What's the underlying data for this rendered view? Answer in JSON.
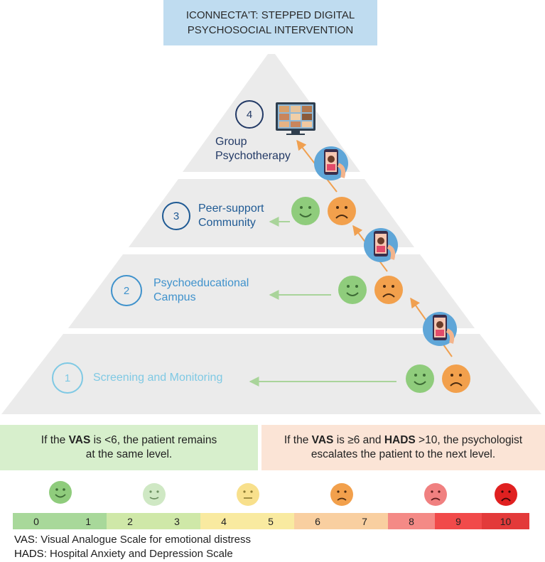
{
  "title": {
    "line1": "ICONNECTA'T: STEPPED DIGITAL",
    "line2": "PSYCHOSOCIAL INTERVENTION"
  },
  "levels": [
    {
      "number": "1",
      "label_line1": "Screening and Monitoring",
      "label_line2": "",
      "color": "#7fc9e4"
    },
    {
      "number": "2",
      "label_line1": "Psychoeducational",
      "label_line2": "Campus",
      "color": "#3f92cc"
    },
    {
      "number": "3",
      "label_line1": "Peer-support",
      "label_line2": "Community",
      "color": "#1f5a94"
    },
    {
      "number": "4",
      "label_line1": "Group",
      "label_line2": "Psychotherapy",
      "color": "#233a66"
    }
  ],
  "notes": {
    "left": {
      "pre": "If the ",
      "vas": "VAS",
      "mid": " is <6, the patient remains",
      "line2": "at the same level."
    },
    "right": {
      "pre": "If the ",
      "vas": "VAS",
      "mid": " is ≥6 and ",
      "hads": "HADS",
      "post": " >10, the psychologist",
      "line2": "escalates the patient to the next level."
    }
  },
  "scale": {
    "labels": [
      "0",
      "1",
      "2",
      "3",
      "4",
      "5",
      "6",
      "7",
      "8",
      "9",
      "10"
    ],
    "faces": [
      "happy",
      "smile",
      "neutral",
      "sad",
      "sad",
      "very-sad"
    ]
  },
  "footnotes": {
    "vas_abbr": "VAS",
    "vas_text": ": Visual Analogue Scale for emotional distress",
    "hads_abbr": "HADS",
    "hads_text": ": Hospital Anxiety and Depression Scale"
  },
  "colors": {
    "pyramid": "#ebebeb",
    "green_face": "#8fcc7c",
    "orange_face": "#f2a04c",
    "green_arrow": "#a9d49a",
    "orange_arrow": "#f0a050",
    "note_left_bg": "#d7efcc",
    "note_right_bg": "#fbe4d6"
  }
}
